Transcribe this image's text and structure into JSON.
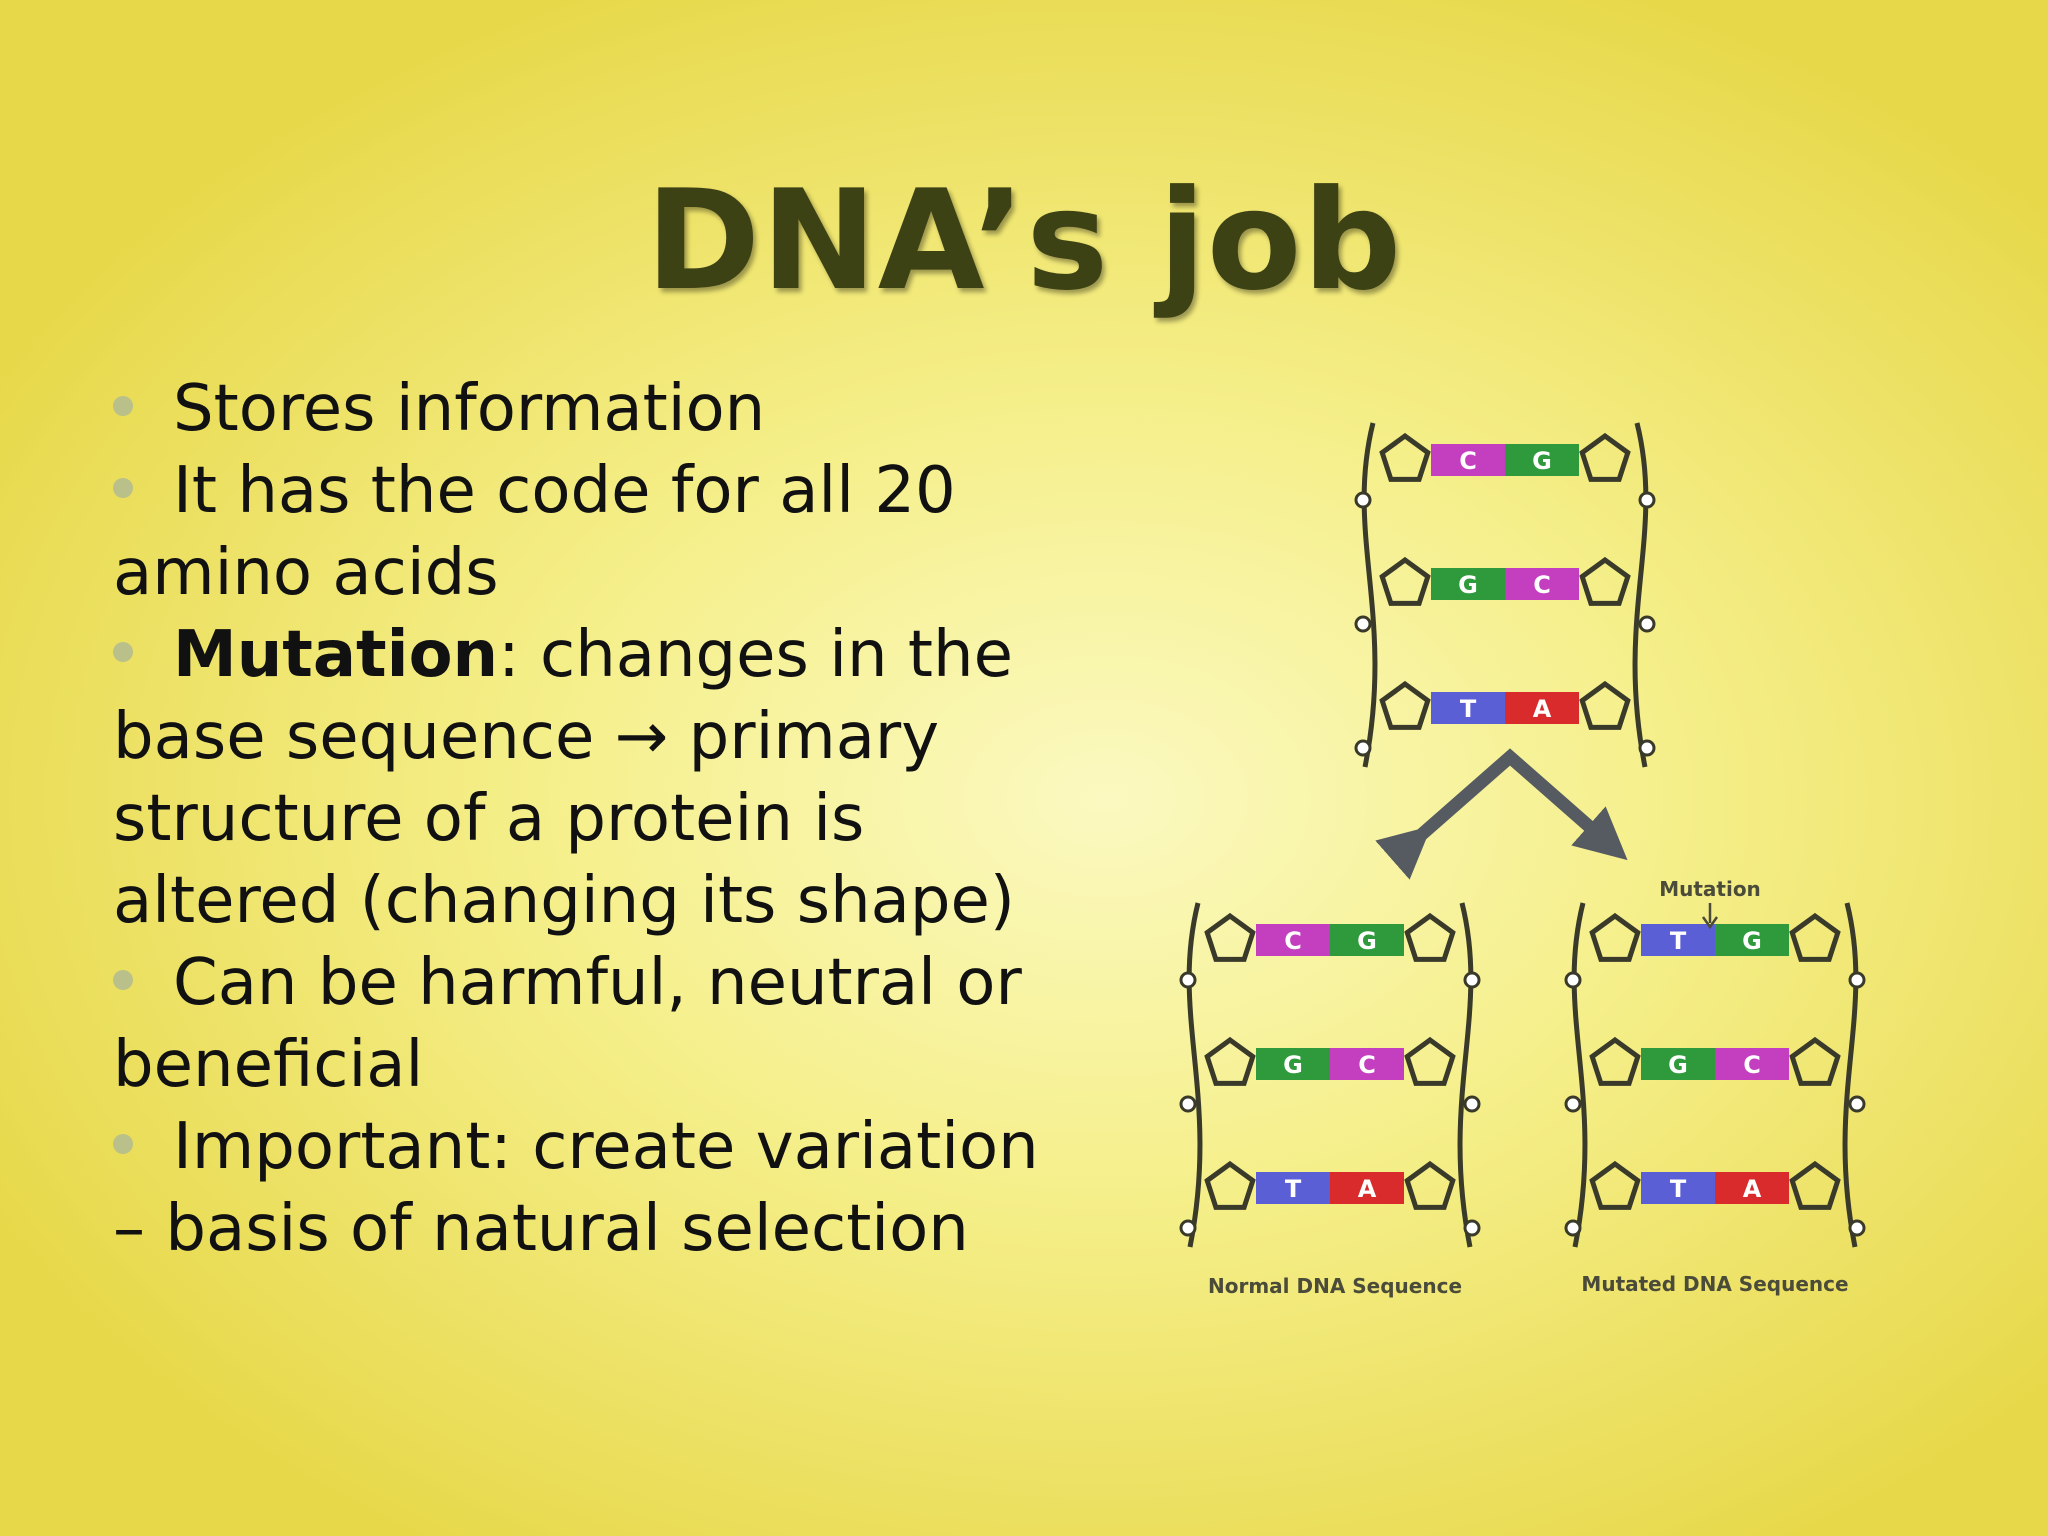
{
  "slide": {
    "title": "DNA’s job",
    "bullets": [
      {
        "lead": "",
        "text": "Stores information"
      },
      {
        "lead": "",
        "text": "It has the code for all 20 amino acids"
      },
      {
        "lead": "Mutation",
        "text": ": changes in the base sequence → primary structure of a protein is altered (changing its shape)"
      },
      {
        "lead": "",
        "text": "Can be harmful, neutral or beneficial"
      },
      {
        "lead": "",
        "text": "Important: create variation – basis of natural selection"
      }
    ]
  },
  "diagram": {
    "top_pairs": [
      [
        "C",
        "G"
      ],
      [
        "G",
        "C"
      ],
      [
        "T",
        "A"
      ]
    ],
    "normal_pairs": [
      [
        "C",
        "G"
      ],
      [
        "G",
        "C"
      ],
      [
        "T",
        "A"
      ]
    ],
    "mutated_pairs": [
      [
        "T",
        "G"
      ],
      [
        "G",
        "C"
      ],
      [
        "T",
        "A"
      ]
    ],
    "mutation_label": "Mutation",
    "normal_caption": "Normal DNA Sequence",
    "mutated_caption": "Mutated DNA Sequence",
    "base_colors": {
      "C": "#c43fbf",
      "G": "#2e9a3c",
      "T": "#5b5fd6",
      "A": "#d92b2b"
    }
  }
}
